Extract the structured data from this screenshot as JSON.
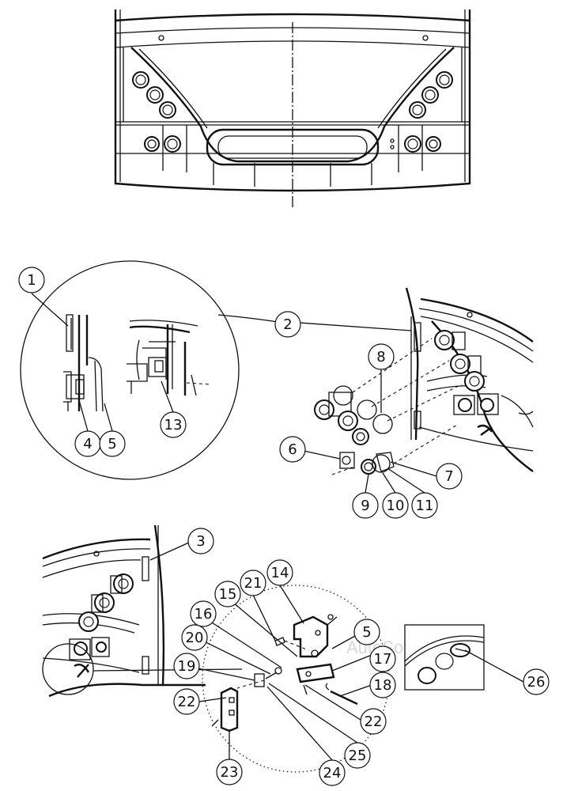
{
  "diagram": {
    "watermark": "AutoSo",
    "callouts": {
      "c1": "1",
      "c2": "2",
      "c3": "3",
      "c4": "4",
      "c5a": "5",
      "c5b": "5",
      "c6": "6",
      "c7": "7",
      "c8": "8",
      "c9": "9",
      "c10": "10",
      "c11": "11",
      "c13": "13",
      "c14": "14",
      "c15": "15",
      "c16": "16",
      "c17": "17",
      "c18": "18",
      "c19": "19",
      "c20": "20",
      "c21": "21",
      "c22a": "22",
      "c22b": "22",
      "c23": "23",
      "c24": "24",
      "c25": "25",
      "c26": "26"
    }
  }
}
